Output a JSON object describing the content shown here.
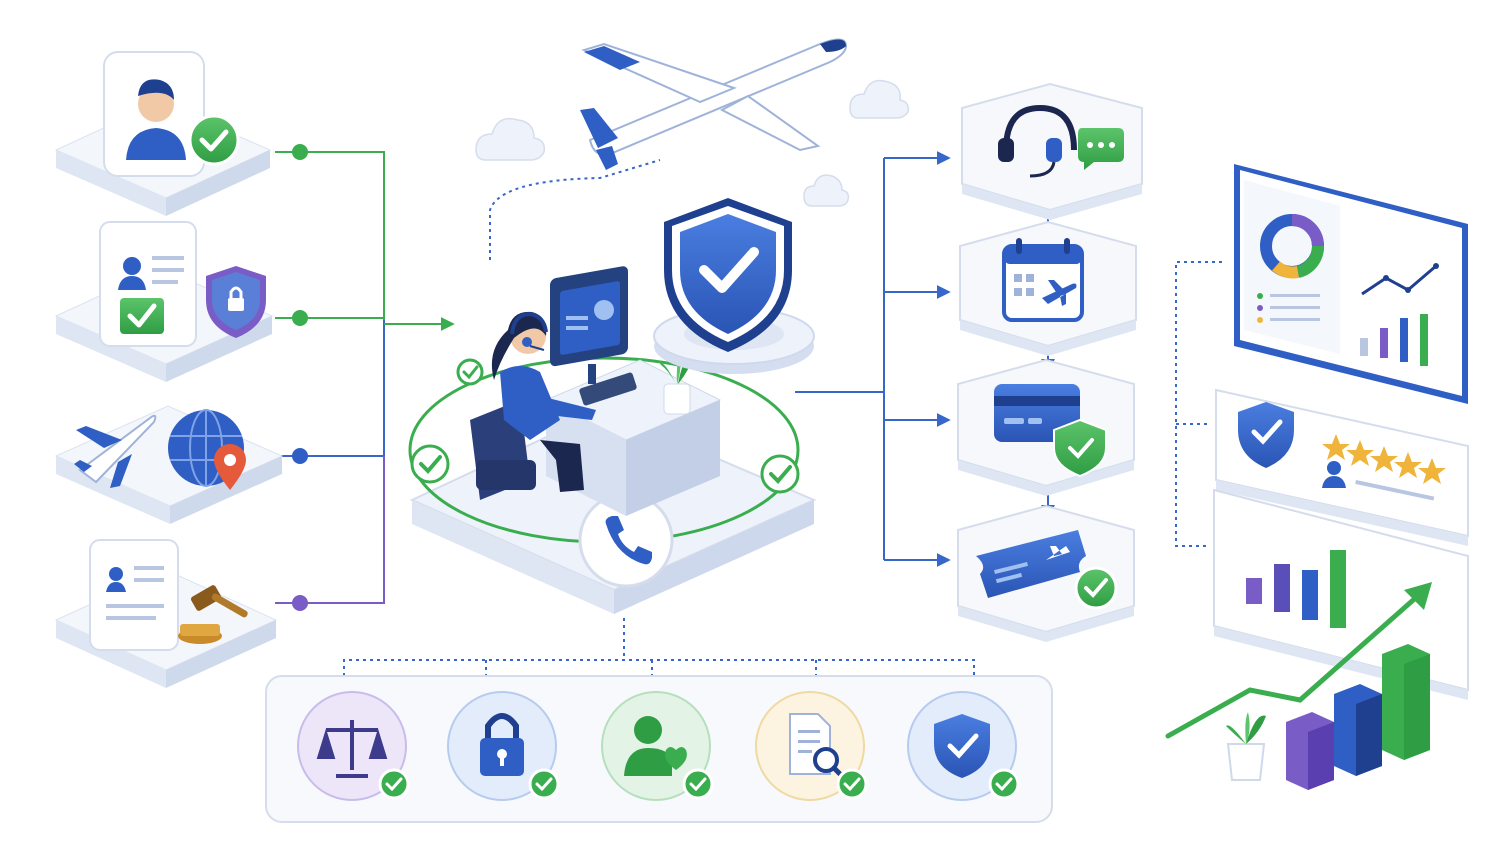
{
  "colors": {
    "primary_blue": "#2f5fc4",
    "dark_blue": "#1f3f8f",
    "accent_green": "#3aae4f",
    "accent_purple": "#7a5cc6",
    "tile_top": "#f3f6fb",
    "tile_side": "#d9e2f1",
    "connector_blue": "#3667c9",
    "connector_green": "#3aae4f"
  },
  "inputs": [
    {
      "name": "customer-profile",
      "icons": [
        "person-icon",
        "check-badge-icon"
      ]
    },
    {
      "name": "verified-documents",
      "icons": [
        "id-card-icon",
        "shield-lock-icon"
      ]
    },
    {
      "name": "travel-destination",
      "icons": [
        "airplane-icon",
        "globe-pin-icon"
      ]
    },
    {
      "name": "legal-records",
      "icons": [
        "document-icon",
        "gavel-icon"
      ]
    }
  ],
  "hub": {
    "icons": [
      "agent-headset-icon",
      "monitor-icon",
      "shield-check-icon",
      "plant-icon",
      "phone-icon",
      "airplane-icon",
      "cloud-icon"
    ]
  },
  "workflow_steps": [
    {
      "name": "support-chat",
      "icons": [
        "headset-icon",
        "chat-bubble-icon"
      ]
    },
    {
      "name": "booking-calendar",
      "icons": [
        "calendar-flight-icon"
      ]
    },
    {
      "name": "payment",
      "icons": [
        "credit-card-icon",
        "shield-check-icon"
      ]
    },
    {
      "name": "ticket-issued",
      "icons": [
        "ticket-icon",
        "check-badge-icon"
      ]
    }
  ],
  "compliance_pillars": [
    {
      "name": "legal-compliance",
      "icon": "scales-icon",
      "color": "#ece6f8"
    },
    {
      "name": "data-security",
      "icon": "lock-icon",
      "color": "#e3ecfb"
    },
    {
      "name": "customer-care",
      "icon": "person-heart-icon",
      "color": "#e3f3e6"
    },
    {
      "name": "document-audit",
      "icon": "document-search-icon",
      "color": "#fcf4e1"
    },
    {
      "name": "protection",
      "icon": "shield-check-icon",
      "color": "#e3ecfb"
    }
  ],
  "outcomes": [
    {
      "name": "analytics-dashboard",
      "icons": [
        "donut-chart-icon",
        "line-chart-icon",
        "bar-chart-icon"
      ]
    },
    {
      "name": "trust-rating",
      "icons": [
        "shield-check-icon",
        "five-star-rating-icon",
        "person-icon"
      ],
      "rating_stars": 5
    },
    {
      "name": "growth",
      "icons": [
        "bar-chart-icon",
        "growth-arrow-icon",
        "plant-icon"
      ]
    }
  ]
}
